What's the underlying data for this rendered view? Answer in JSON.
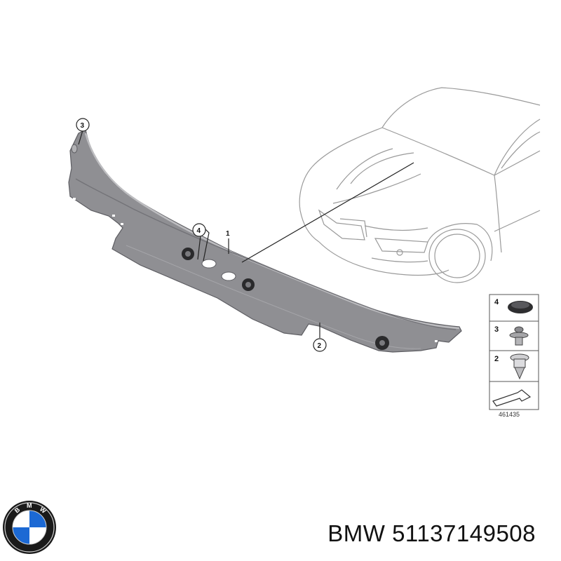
{
  "callouts": {
    "part1": "1",
    "part2": "2",
    "part3": "3",
    "part4": "4"
  },
  "legend": {
    "items": [
      {
        "number": "4",
        "icon": "grommet-cap-icon"
      },
      {
        "number": "3",
        "icon": "plastic-rivet-icon"
      },
      {
        "number": "2",
        "icon": "expanding-clip-icon"
      }
    ],
    "arrow_icon": "diagram-reference-arrow-icon",
    "diagram_code": "461435"
  },
  "logo": {
    "icon": "bmw-roundel-logo",
    "text": "BMW"
  },
  "footer": {
    "caption": "BMW 51137149508"
  },
  "colors": {
    "panel": "#8e8e92",
    "panel_shade": "#6f6f74",
    "car_outline": "#9a9a9a",
    "bmw_blue": "#1c69d4"
  }
}
